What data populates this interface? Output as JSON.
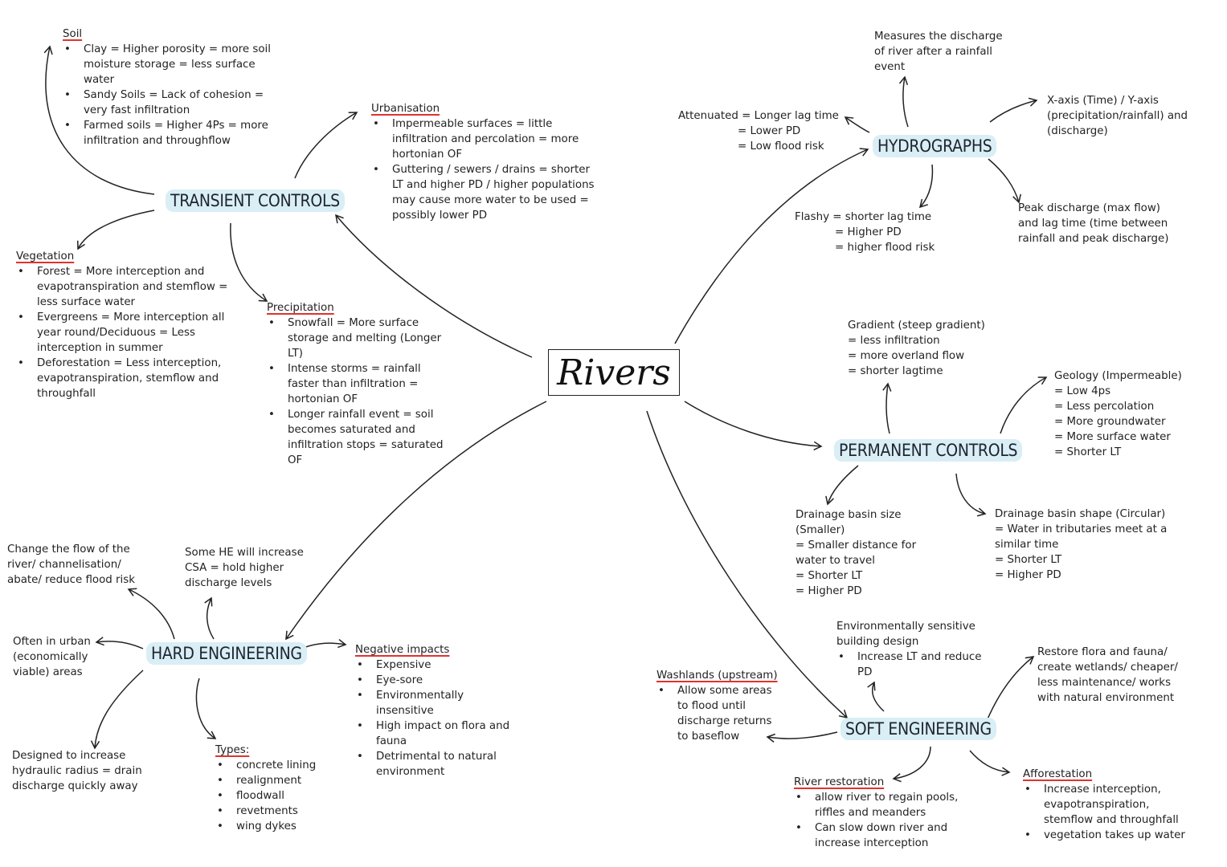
{
  "center": "Rivers",
  "transient": {
    "title": "TRANSIENT CONTROLS",
    "soil": {
      "heading": "Soil",
      "items": [
        "Clay = Higher porosity = more soil moisture storage = less surface water",
        "Sandy Soils = Lack of cohesion = very fast infiltration",
        "Farmed soils = Higher 4Ps = more infiltration and throughflow"
      ]
    },
    "urbanisation": {
      "heading": "Urbanisation",
      "items": [
        "Impermeable surfaces = little infiltration and percolation = more hortonian OF",
        "Guttering / sewers / drains = shorter LT and higher PD / higher populations may cause more water to be used = possibly lower PD"
      ]
    },
    "vegetation": {
      "heading": "Vegetation",
      "items": [
        "Forest = More interception and evapotranspiration and stemflow = less surface water",
        "Evergreens = More interception all year round/Deciduous = Less interception in summer",
        "Deforestation = Less interception, evapotranspiration, stemflow and throughfall"
      ]
    },
    "precipitation": {
      "heading": "Precipitation",
      "items": [
        "Snowfall = More surface storage and melting (Longer LT)",
        "Intense storms = rainfall faster than infiltration = hortonian OF",
        "Longer rainfall event = soil becomes saturated and infiltration stops = saturated OF"
      ]
    }
  },
  "hydrographs": {
    "title": "HYDROGRAPHS",
    "measures": "Measures the discharge of river after a rainfall event",
    "attenuated": [
      "Attenuated = Longer lag time",
      "= Lower PD",
      "= Low flood risk"
    ],
    "axis": "X-axis (Time) / Y-axis (precipitation/rainfall) and (discharge)",
    "flashy": [
      "Flashy = shorter lag time",
      "= Higher PD",
      "= higher flood risk"
    ],
    "peak": "Peak discharge (max flow) and lag time (time between rainfall and peak discharge)"
  },
  "permanent": {
    "title": "PERMANENT CONTROLS",
    "gradient": [
      "Gradient (steep gradient)",
      "= less infiltration",
      "= more overland flow",
      "= shorter lagtime"
    ],
    "geology": [
      "Geology (Impermeable)",
      "= Low 4ps",
      "= Less percolation",
      "= More groundwater",
      "= More surface water",
      "= Shorter LT"
    ],
    "size": [
      "Drainage basin size (Smaller)",
      "= Smaller distance for water to travel",
      "= Shorter LT",
      "= Higher PD"
    ],
    "shape": [
      "Drainage basin shape (Circular)",
      "= Water in tributaries meet at a similar time",
      "= Shorter LT",
      "= Higher PD"
    ]
  },
  "hard": {
    "title": "HARD ENGINEERING",
    "change": "Change the flow of the river/ channelisation/ abate/ reduce flood risk",
    "some_he": "Some HE will increase CSA = hold higher discharge levels",
    "urban": "Often in urban (economically viable) areas",
    "designed": "Designed to increase hydraulic radius = drain discharge quickly away",
    "types_heading": "Types:",
    "types": [
      "concrete lining",
      "realignment",
      "floodwall",
      "revetments",
      "wing dykes"
    ],
    "negative_heading": "Negative impacts",
    "negative": [
      "Expensive",
      "Eye-sore",
      "Environmentally insensitive",
      "High impact on flora and fauna",
      "Detrimental to natural environment"
    ]
  },
  "soft": {
    "title": "SOFT ENGINEERING",
    "env_heading": "Environmentally sensitive building design",
    "env_items": [
      "Increase LT and reduce PD"
    ],
    "washlands_heading": "Washlands (upstream)",
    "washlands_items": [
      "Allow some areas to flood until discharge returns to baseflow"
    ],
    "restore": "Restore flora and fauna/ create wetlands/ cheaper/ less maintenance/ works with natural environment",
    "river_heading": "River restoration",
    "river_items": [
      "allow river to regain pools, riffles and meanders",
      "Can slow down river and increase interception"
    ],
    "aff_heading": "Afforestation",
    "aff_items": [
      "Increase interception, evapotranspiration, stemflow and throughfall",
      "vegetation takes up water"
    ]
  }
}
